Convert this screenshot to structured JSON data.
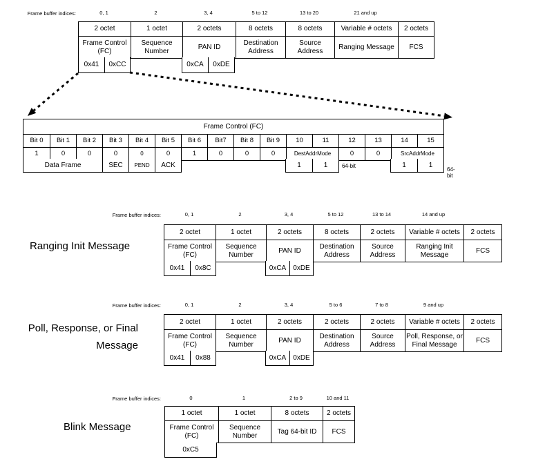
{
  "top": {
    "indices_label": "Frame buffer indices:",
    "indices": [
      "0, 1",
      "2",
      "3, 4",
      "5 to 12",
      "13 to 20",
      "21 and up"
    ],
    "octets": [
      "2 octet",
      "1 octet",
      "2 octets",
      "8 octets",
      "8 octets",
      "Variable # octets",
      "2 octets"
    ],
    "fields": [
      "Frame Control (FC)",
      "Sequence Number",
      "PAN ID",
      "Destination Address",
      "Source Address",
      "Ranging Message",
      "FCS"
    ],
    "fc_values": [
      "0x41",
      "0xCC"
    ],
    "pan_values": [
      "0xCA",
      "0xDE"
    ]
  },
  "fc": {
    "title": "Frame Control (FC)",
    "bits": [
      "Bit 0",
      "Bit 1",
      "Bit 2",
      "Bit 3",
      "Bit 4",
      "Bit 5",
      "Bit 6",
      "Bit7",
      "Bit 8",
      "Bit 9",
      "10",
      "11",
      "12",
      "13",
      "14",
      "15"
    ],
    "values": [
      "1",
      "0",
      "0",
      "0",
      "0",
      "0",
      "1",
      "0",
      "0",
      "0"
    ],
    "dest_addr_mode": "DestAddrMode",
    "zero_12": "0",
    "zero_13": "0",
    "src_addr_mode": "SrcAddrMode",
    "data_frame": "Data Frame",
    "sec": "SEC",
    "pend": "PEND",
    "ack": "ACK",
    "dest_ones": [
      "1",
      "1"
    ],
    "src_ones": [
      "1",
      "1"
    ],
    "note_dest": "64-bit",
    "note_src": "64-bit"
  },
  "ranging": {
    "label": "Ranging Init Message",
    "indices_label": "Frame buffer indices:",
    "indices": [
      "0, 1",
      "2",
      "3, 4",
      "5 to 12",
      "13 to 14",
      "14 and up"
    ],
    "octets": [
      "2 octet",
      "1 octet",
      "2 octets",
      "8 octets",
      "2 octets",
      "Variable # octets",
      "2 octets"
    ],
    "fields": [
      "Frame Control (FC)",
      "Sequence Number",
      "PAN ID",
      "Destination Address",
      "Source Address",
      "Ranging Init Message",
      "FCS"
    ],
    "fc_values": [
      "0x41",
      "0x8C"
    ],
    "pan_values": [
      "0xCA",
      "0xDE"
    ]
  },
  "poll": {
    "label_lines": [
      "Poll, Response, or Final",
      "Message"
    ],
    "indices_label": "Frame buffer indices:",
    "indices": [
      "0, 1",
      "2",
      "3, 4",
      "5 to 6",
      "7 to 8",
      "9 and up"
    ],
    "octets": [
      "2 octet",
      "1 octet",
      "2 octets",
      "2 octets",
      "2 octets",
      "Variable # octets",
      "2 octets"
    ],
    "fields": [
      "Frame Control (FC)",
      "Sequence Number",
      "PAN ID",
      "Destination Address",
      "Source Address",
      "Poll, Response, or Final Message",
      "FCS"
    ],
    "fc_values": [
      "0x41",
      "0x88"
    ],
    "pan_values": [
      "0xCA",
      "0xDE"
    ]
  },
  "blink": {
    "label": "Blink Message",
    "indices_label": "Frame buffer indices:",
    "indices": [
      "0",
      "1",
      "2 to 9",
      "10 and 11"
    ],
    "octets": [
      "1 octet",
      "1 octet",
      "8 octets",
      "2 octets"
    ],
    "fields": [
      "Frame Control (FC)",
      "Sequence Number",
      "Tag 64-bit ID",
      "FCS"
    ],
    "fc_value": "0xC5"
  }
}
